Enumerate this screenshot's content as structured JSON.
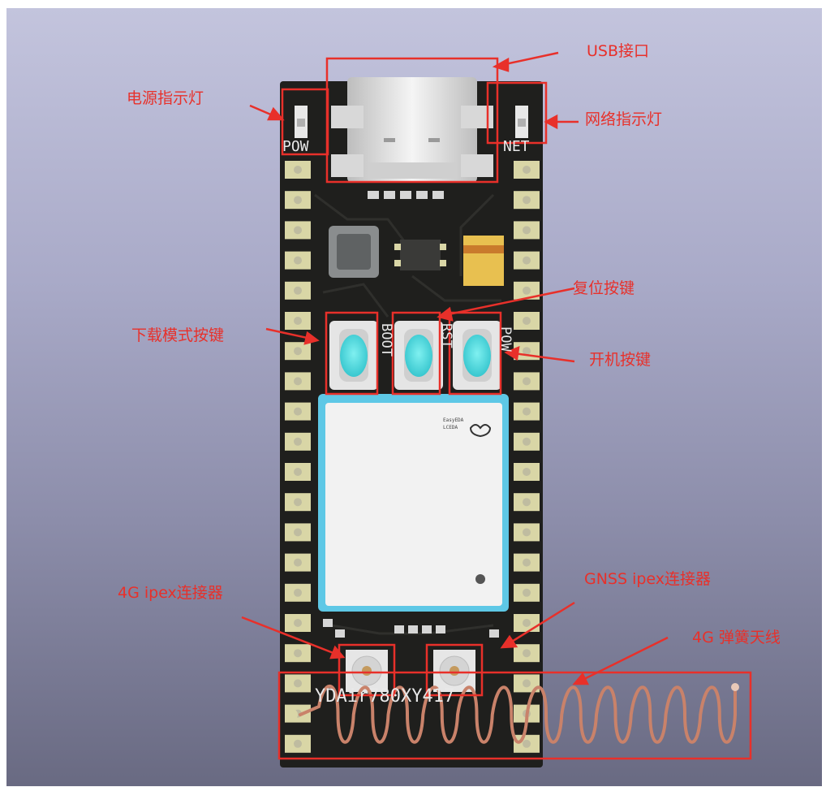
{
  "labels": {
    "usb": "USB接口",
    "power_led": "电源指示灯",
    "net_led": "网络指示灯",
    "reset_key": "复位按键",
    "download_key": "下载模式按键",
    "power_key": "开机按键",
    "ipex_4g": "4G ipex连接器",
    "ipex_gnss": "GNSS ipex连接器",
    "spring_antenna": "4G 弹簧天线"
  },
  "silkscreen": {
    "pow_led": "POW",
    "net_led": "NET",
    "boot": "BOOT",
    "rst": "RST",
    "pow_key": "POW",
    "board_name": "YDAir780XY417",
    "lceda": "LCEDA",
    "easyeda": "EasyEDA"
  },
  "colors": {
    "annotation": "#e8302a",
    "pcb": "#1d1d1b",
    "pad": "#d9d6a6",
    "button_cap": "#5ad8da",
    "module_frame": "#57c9e8",
    "spring": "#c9826a"
  }
}
